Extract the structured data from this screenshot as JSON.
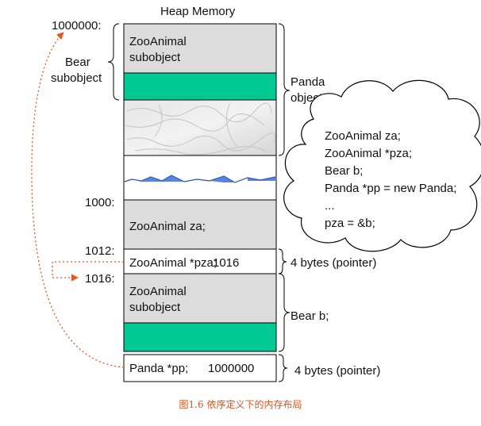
{
  "title": "Heap Memory",
  "address_labels": {
    "a1000000": "1000000:",
    "a1000": "1000:",
    "a1012": "1012:",
    "a1016": "1016:"
  },
  "blocks": {
    "panda_zoo_line1": "ZooAnimal",
    "panda_zoo_line2": "subobject",
    "za": "ZooAnimal za;",
    "pza_decl": "ZooAnimal *pza;",
    "pza_value": "1016",
    "bear_zoo_line1": "ZooAnimal",
    "bear_zoo_line2": "subobject",
    "pp_decl": "Panda *pp;",
    "pp_value": "1000000"
  },
  "brace_labels": {
    "bear_sub_line1": "Bear",
    "bear_sub_line2": "subobject",
    "panda_obj_line1": "Panda",
    "panda_obj_line2": "object",
    "pza_size": "4 bytes (pointer)",
    "bear_b": "Bear b;",
    "pp_size": "4 bytes (pointer)"
  },
  "cloud_code": [
    "ZooAnimal za;",
    "ZooAnimal *pza;",
    "Bear b;",
    "Panda *pp = new Panda;",
    "...",
    "pza = &b;"
  ],
  "caption": "图1.6 依序定义下的内存布局",
  "colors": {
    "gray_block": "#dcdcdc",
    "green_block": "#00c994",
    "arrow": "#e8551e",
    "caption": "#d9531e",
    "wave": "#3a6fd8"
  }
}
